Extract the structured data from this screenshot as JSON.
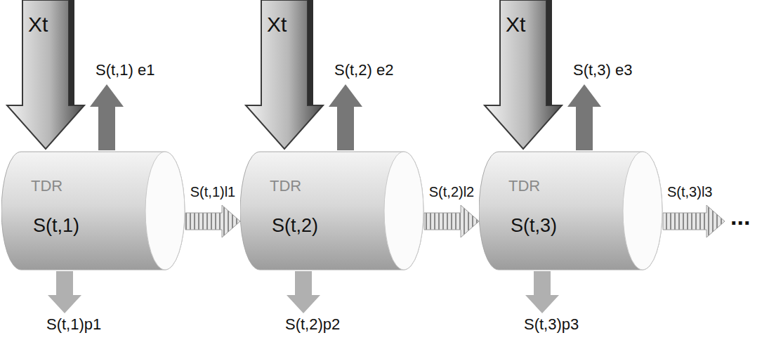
{
  "diagram": {
    "nodes": [
      {
        "text": [
          "TDR",
          "S(t,1)"
        ]
      },
      {
        "text": [
          "TDR",
          "S(t,2)"
        ]
      },
      {
        "text": [
          "TDR",
          "S(t,3)"
        ]
      }
    ],
    "edges": [
      {
        "from": 0,
        "to": 1,
        "arrow": "to",
        "label": "S(t,1)l1"
      },
      {
        "from": 1,
        "to": 2,
        "arrow": "to",
        "label": "S(t,2)l2"
      }
    ],
    "labels": [
      "Xt",
      "S(t,1) e1",
      "S(t,1)p1",
      "Xt",
      "S(t,2) e2",
      "S(t,2)p2",
      "Xt",
      "S(t,3) e3",
      "S(t,3)p3",
      "S(t,3)l3",
      "..."
    ]
  }
}
